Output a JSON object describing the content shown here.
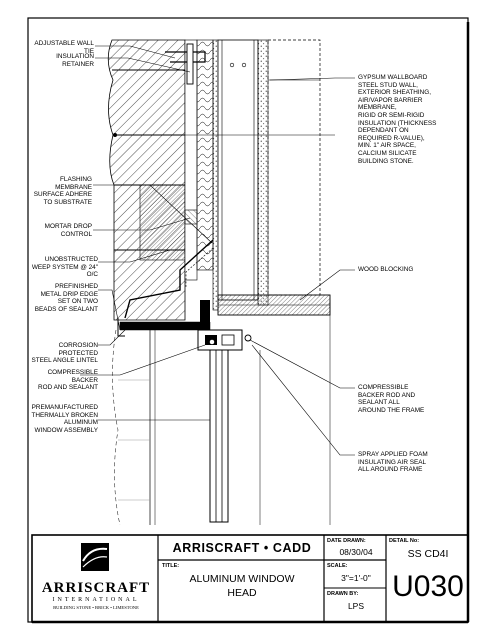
{
  "callouts_left": [
    {
      "id": "adjustable-wall-tie",
      "text": "ADJUSTABLE WALL TIE"
    },
    {
      "id": "insulation-retainer",
      "text": "INSULATION RETAINER"
    },
    {
      "id": "flashing-membrane",
      "text": "FLASHING MEMBRANE\nSURFACE ADHERE\nTO SUBSTRATE"
    },
    {
      "id": "mortar-drop-control",
      "text": "MORTAR DROP\nCONTROL"
    },
    {
      "id": "weep-system",
      "text": "UNOBSTRUCTED\nWEEP SYSTEM @ 24\" O/C"
    },
    {
      "id": "drip-edge",
      "text": "PREFINISHED\nMETAL DRIP EDGE\nSET ON TWO\nBEADS OF SEALANT"
    },
    {
      "id": "steel-lintel",
      "text": "CORROSION PROTECTED\nSTEEL ANGLE LINTEL"
    },
    {
      "id": "backer-rod-left",
      "text": "COMPRESSIBLE BACKER\nROD AND SEALANT"
    },
    {
      "id": "window-assembly",
      "text": "PREMANUFACTURED\nTHERMALLY BROKEN\nALUMINUM\nWINDOW ASSEMBLY"
    }
  ],
  "callouts_right": [
    {
      "id": "wall-assembly",
      "text": "GYPSUM WALLBOARD\nSTEEL STUD WALL,\nEXTERIOR SHEATHING,\nAIR/VAPOR BARRIER\nMEMBRANE,\nRIGID OR SEMI-RIGID\nINSULATION (THICKNESS\nDEPENDANT ON\nREQUIRED R-VALUE),\nMIN. 1\" AIR SPACE,\nCALCIUM SILICATE\nBUILDING STONE."
    },
    {
      "id": "wood-blocking",
      "text": "WOOD BLOCKING"
    },
    {
      "id": "backer-rod-right",
      "text": "COMPRESSIBLE\nBACKER ROD AND\nSEALANT ALL\nAROUND THE FRAME"
    },
    {
      "id": "spray-foam",
      "text": "SPRAY APPLIED FOAM\nINSULATING AIR SEAL\nALL AROUND FRAME"
    }
  ],
  "title_block": {
    "logo_name": "ARRISCRAFT",
    "logo_sub": "INTERNATIONAL",
    "logo_tagline": "BUILDING STONE • BRICK • LIMESTONE",
    "company": "ARRISCRAFT • CADD",
    "title_label": "TITLE:",
    "title_line1": "ALUMINUM WINDOW",
    "title_line2": "HEAD",
    "date_label": "DATE DRAWN:",
    "date_value": "08/30/04",
    "scale_label": "SCALE:",
    "scale_value": "3\"=1'-0\"",
    "drawn_label": "DRAWN BY:",
    "drawn_value": "LPS",
    "detail_label": "DETAIL No:",
    "detail_code": "SS CD4I",
    "detail_number": "U030"
  }
}
